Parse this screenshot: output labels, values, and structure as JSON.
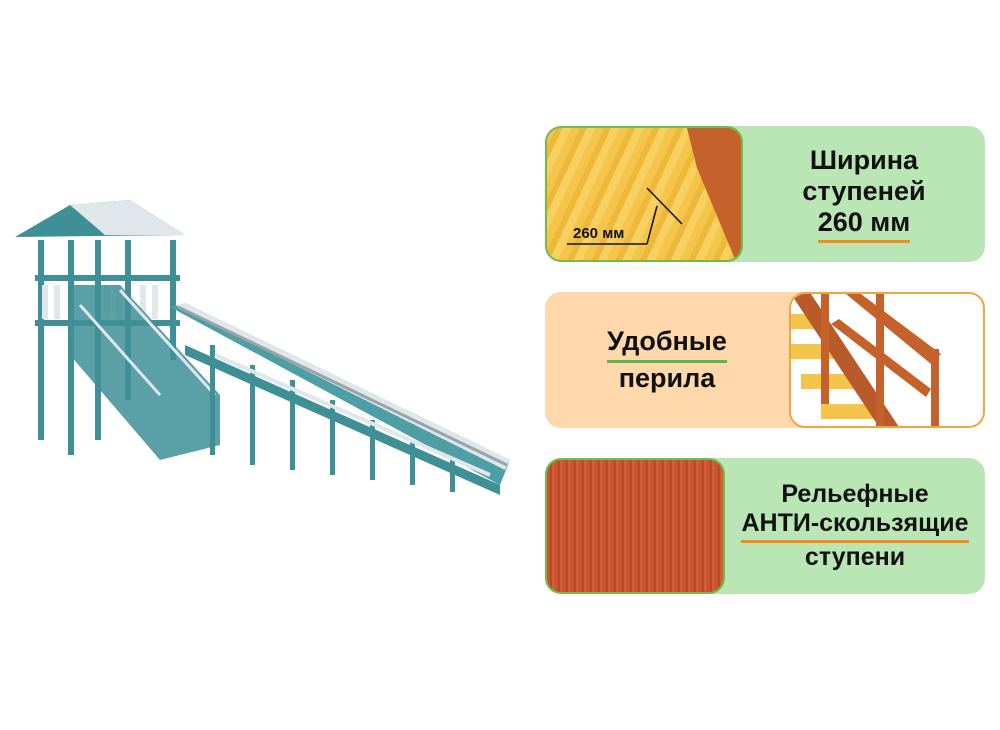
{
  "product": {
    "image_label": "slide-tower",
    "colors": {
      "frame": "#3e8f96",
      "accent": "#e6eef1",
      "stripe": "#9aa3a8"
    }
  },
  "features": [
    {
      "id": "step-width",
      "lines": [
        "Ширина",
        "ступеней"
      ],
      "highlight": "260 мм",
      "photo_label": "260 мм",
      "bg": "#b9e6b4",
      "underline_color": "#f28a1e"
    },
    {
      "id": "railing",
      "lines": [
        "Удобные",
        "перила"
      ],
      "bg": "#ffd8ab",
      "underline_color": "#5cb84a"
    },
    {
      "id": "anti-slip",
      "lines": [
        "Рельефные",
        "АНТИ-скользящие",
        "ступени"
      ],
      "bg": "#b9e6b4",
      "underline_color": "#f28a1e"
    }
  ]
}
